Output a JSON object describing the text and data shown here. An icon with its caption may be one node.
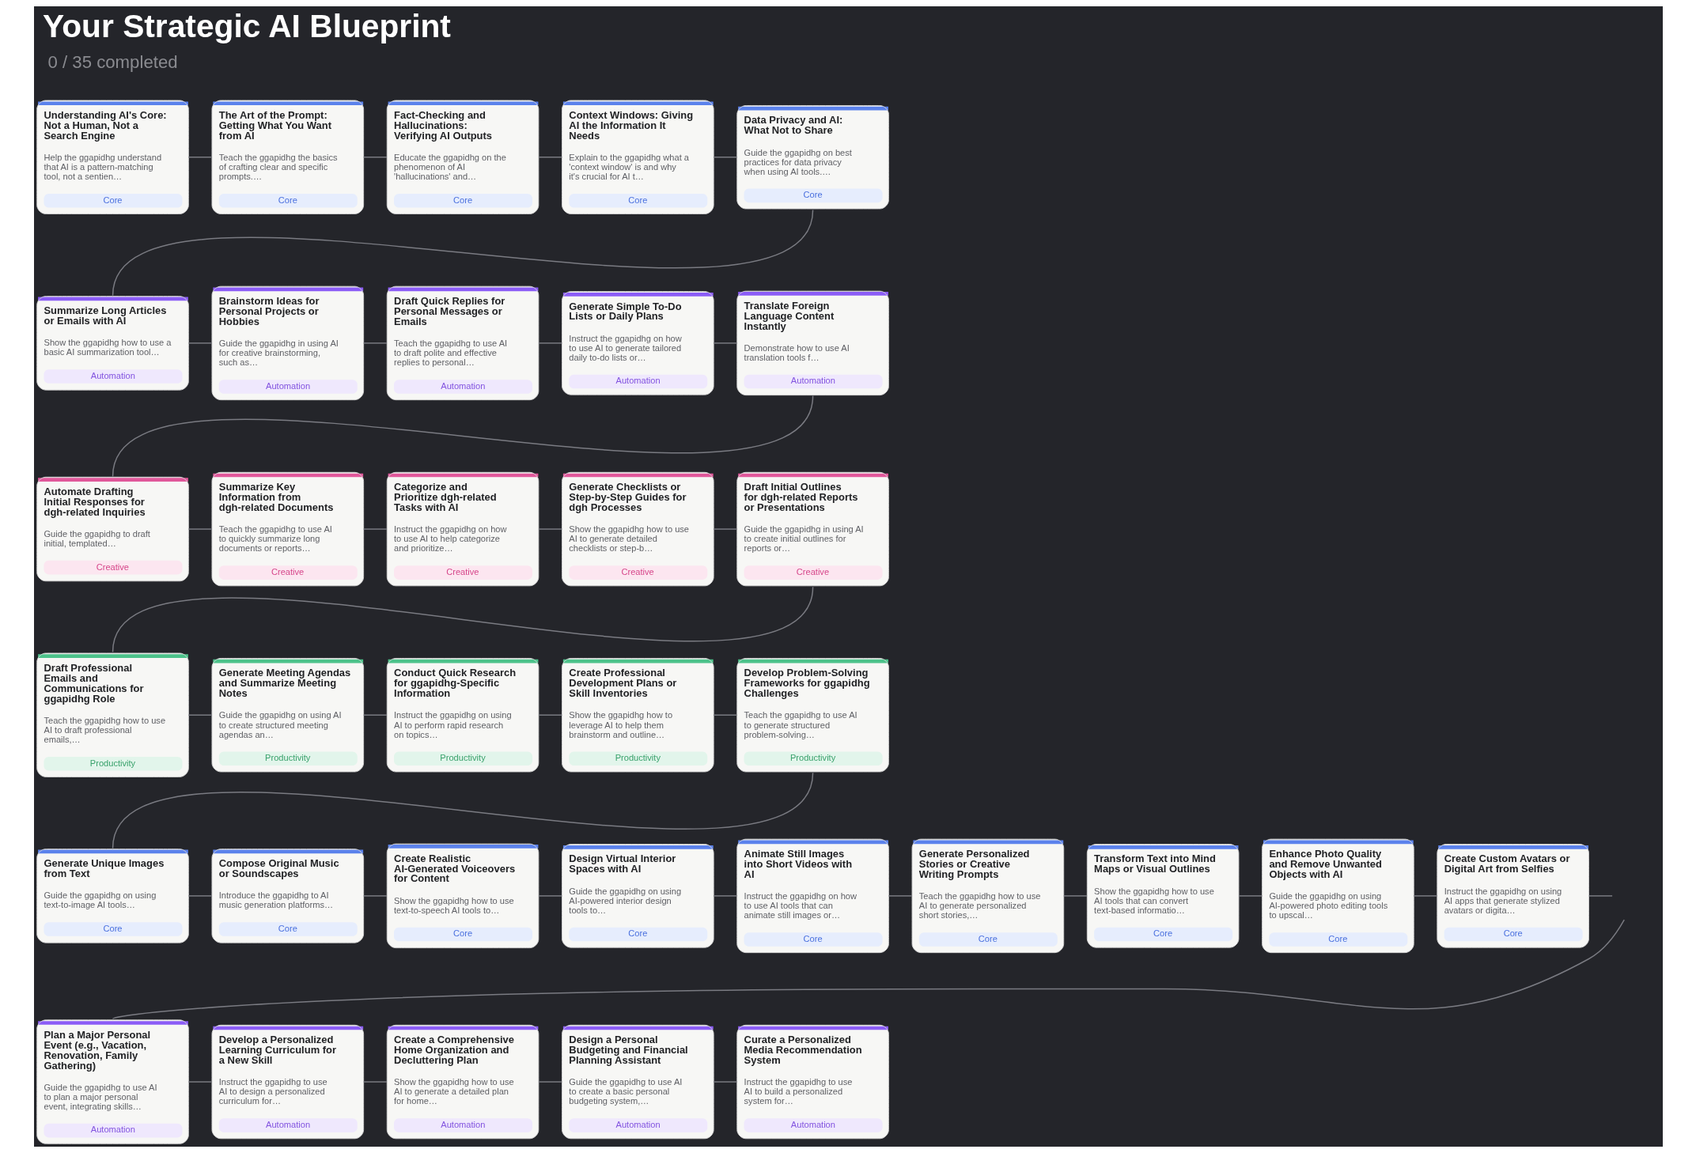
{
  "diagram": {
    "title": "Your Strategic AI Blueprint",
    "nodes": [
      {
        "text": [
          "Understanding AI's Core: Not a Human, Not a Search Engine",
          "Help the ggapidhg understand that AI is a pattern-matching tool, not a sentien…",
          "Core"
        ]
      },
      {
        "text": [
          "The Art of the Prompt: Getting What You Want from AI",
          "Teach the ggapidhg the basics of crafting clear and specific prompts.…",
          "Core"
        ]
      },
      {
        "text": [
          "Fact-Checking and Hallucinations: Verifying AI Outputs",
          "Educate the ggapidhg on the phenomenon of AI 'hallucinations' and…",
          "Core"
        ]
      },
      {
        "text": [
          "Context Windows: Giving AI the Information It Needs",
          "Explain to the ggapidhg what a 'context window' is and why it's crucial for AI t…",
          "Core"
        ]
      },
      {
        "text": [
          "Data Privacy and AI: What Not to Share",
          "Guide the ggapidhg on best practices for data privacy when using AI tools.…",
          "Core"
        ]
      },
      {
        "text": [
          "Summarize Long Articles or Emails with AI",
          "Show the ggapidhg how to use a basic AI summarization tool…",
          "Automation"
        ]
      },
      {
        "text": [
          "Brainstorm Ideas for Personal Projects or Hobbies",
          "Guide the ggapidhg in using AI for creative brainstorming, such as…",
          "Automation"
        ]
      },
      {
        "text": [
          "Draft Quick Replies for Personal Messages or Emails",
          "Teach the ggapidhg to use AI to draft polite and effective replies to personal…",
          "Automation"
        ]
      },
      {
        "text": [
          "Generate Simple To-Do Lists or Daily Plans",
          "Instruct the ggapidhg on how to use AI to generate tailored daily to-do lists or…",
          "Automation"
        ]
      },
      {
        "text": [
          "Translate Foreign Language Content Instantly",
          "Demonstrate how to use AI translation tools f…",
          "Automation"
        ]
      },
      {
        "text": [
          "Automate Drafting Initial Responses for dgh-related Inquiries",
          "Guide the ggapidhg to draft initial, templated…",
          "Creative"
        ]
      },
      {
        "text": [
          "Summarize Key Information from dgh-related Documents",
          "Teach the ggapidhg to use AI to quickly summarize long documents or reports…",
          "Creative"
        ]
      },
      {
        "text": [
          "Categorize and Prioritize dgh-related Tasks with AI",
          "Instruct the ggapidhg on how to use AI to help categorize and prioritize…",
          "Creative"
        ]
      },
      {
        "text": [
          "Generate Checklists or Step-by-Step Guides for dgh Processes",
          "Show the ggapidhg how to use AI to generate detailed checklists or step-b…",
          "Creative"
        ]
      },
      {
        "text": [
          "Draft Initial Outlines for dgh-related Reports or Presentations",
          "Guide the ggapidhg in using AI to create initial outlines for reports or…",
          "Creative"
        ]
      },
      {
        "text": [
          "Draft Professional Emails and Communications for ggapidhg Role",
          "Teach the ggapidhg how to use AI to draft professional emails,…",
          "Productivity"
        ]
      },
      {
        "text": [
          "Generate Meeting Agendas and Summarize Meeting Notes",
          "Guide the ggapidhg on using AI to create structured meeting agendas an…",
          "Productivity"
        ]
      },
      {
        "text": [
          "Conduct Quick Research for ggapidhg-Specific Information",
          "Instruct the ggapidhg on using AI to perform rapid research on topics…",
          "Productivity"
        ]
      },
      {
        "text": [
          "Create Professional Development Plans or Skill Inventories",
          "Show the ggapidhg how to leverage AI to help them brainstorm and outline…",
          "Productivity"
        ]
      },
      {
        "text": [
          "Develop Problem-Solving Frameworks for ggapidhg Challenges",
          "Teach the ggapidhg to use AI to generate structured problem-solving…",
          "Productivity"
        ]
      },
      {
        "text": [
          "Generate Unique Images from Text",
          "Guide the ggapidhg on using text-to-image AI tools…",
          "Core"
        ]
      },
      {
        "text": [
          "Compose Original Music or Soundscapes",
          "Introduce the ggapidhg to AI music generation platforms…",
          "Core"
        ]
      },
      {
        "text": [
          "Create Realistic AI-Generated Voiceovers for Content",
          "Show the ggapidhg how to use text-to-speech AI tools to…",
          "Core"
        ]
      },
      {
        "text": [
          "Design Virtual Interior Spaces with AI",
          "Guide the ggapidhg on using AI-powered interior design tools to…",
          "Core"
        ]
      },
      {
        "text": [
          "Animate Still Images into Short Videos with AI",
          "Instruct the ggapidhg on how to use AI tools that can animate still images or…",
          "Core"
        ]
      },
      {
        "text": [
          "Generate Personalized Stories or Creative Writing Prompts",
          "Teach the ggapidhg how to use AI to generate personalized short stories,…",
          "Core"
        ]
      },
      {
        "text": [
          "Transform Text into Mind Maps or Visual Outlines",
          "Show the ggapidhg how to use AI tools that can convert text-based informatio…",
          "Core"
        ]
      },
      {
        "text": [
          "Enhance Photo Quality and Remove Unwanted Objects with AI",
          "Guide the ggapidhg on using AI-powered photo editing tools to upscal…",
          "Core"
        ]
      },
      {
        "text": [
          "Create Custom Avatars or Digital Art from Selfies",
          "Instruct the ggapidhg on using AI apps that generate stylized avatars or digita…",
          "Core"
        ]
      },
      {
        "text": [
          "Plan a Major Personal Event (e.g., Vacation, Renovation, Family Gathering)",
          "Guide the ggapidhg to use AI to plan a major personal event, integrating skills…",
          "Automation"
        ]
      },
      {
        "text": [
          "Develop a Personalized Learning Curriculum for a New Skill",
          "Instruct the ggapidhg to use AI to design a personalized curriculum for…",
          "Automation"
        ]
      },
      {
        "text": [
          "Create a Comprehensive Home Organization and Decluttering Plan",
          "Show the ggapidhg how to use AI to generate a detailed plan for home…",
          "Automation"
        ]
      },
      {
        "text": [
          "Design a Personal Budgeting and Financial Planning Assistant",
          "Guide the ggapidhg to use AI to create a basic personal budgeting system,…",
          "Automation"
        ]
      },
      {
        "text": [
          "Curate a Personalized Media Recommendation System",
          "Instruct the ggapidhg to use AI to build a personalized system for…",
          "Automation"
        ]
      }
    ],
    "edges": [
      {
        "from": 0,
        "to": 1,
        "arrow": "none"
      },
      {
        "from": 1,
        "to": 2,
        "arrow": "none"
      },
      {
        "from": 2,
        "to": 3,
        "arrow": "none"
      },
      {
        "from": 3,
        "to": 4,
        "arrow": "none"
      },
      {
        "from": 4,
        "to": 5,
        "arrow": "none"
      },
      {
        "from": 5,
        "to": 6,
        "arrow": "none"
      },
      {
        "from": 6,
        "to": 7,
        "arrow": "none"
      },
      {
        "from": 7,
        "to": 8,
        "arrow": "none"
      },
      {
        "from": 8,
        "to": 9,
        "arrow": "none"
      },
      {
        "from": 9,
        "to": 10,
        "arrow": "none"
      },
      {
        "from": 10,
        "to": 11,
        "arrow": "none"
      },
      {
        "from": 11,
        "to": 12,
        "arrow": "none"
      },
      {
        "from": 12,
        "to": 13,
        "arrow": "none"
      },
      {
        "from": 13,
        "to": 14,
        "arrow": "none"
      },
      {
        "from": 14,
        "to": 15,
        "arrow": "none"
      },
      {
        "from": 15,
        "to": 16,
        "arrow": "none"
      },
      {
        "from": 16,
        "to": 17,
        "arrow": "none"
      },
      {
        "from": 17,
        "to": 18,
        "arrow": "none"
      },
      {
        "from": 18,
        "to": 19,
        "arrow": "none"
      },
      {
        "from": 19,
        "to": 20,
        "arrow": "none"
      },
      {
        "from": 20,
        "to": 21,
        "arrow": "none"
      },
      {
        "from": 21,
        "to": 22,
        "arrow": "none"
      },
      {
        "from": 22,
        "to": 23,
        "arrow": "none"
      },
      {
        "from": 23,
        "to": 24,
        "arrow": "none"
      },
      {
        "from": 24,
        "to": 25,
        "arrow": "none"
      },
      {
        "from": 25,
        "to": 26,
        "arrow": "none"
      },
      {
        "from": 26,
        "to": 27,
        "arrow": "none"
      },
      {
        "from": 27,
        "to": 28,
        "arrow": "none"
      },
      {
        "from": 28,
        "to": null,
        "arrow": "none"
      },
      {
        "from": null,
        "to": 29,
        "arrow": "none"
      },
      {
        "from": 29,
        "to": 30,
        "arrow": "none"
      },
      {
        "from": 30,
        "to": 31,
        "arrow": "none"
      },
      {
        "from": 31,
        "to": 32,
        "arrow": "none"
      },
      {
        "from": 32,
        "to": 33,
        "arrow": "none"
      }
    ],
    "labels": [
      "0 / 35 completed"
    ]
  }
}
